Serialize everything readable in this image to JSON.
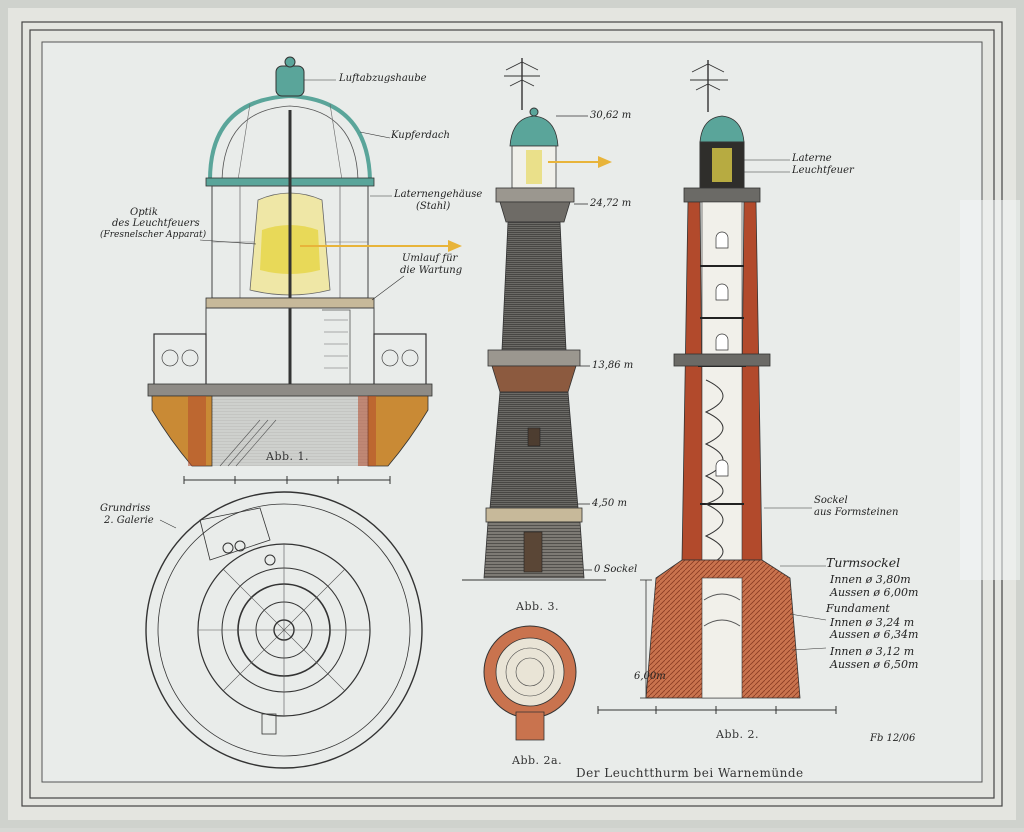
{
  "labels": {
    "luftabzug": "Luftabzugshaube",
    "kupferdach": "Kupferdach",
    "laternengehaeuse_1": "Laternengehäuse",
    "laternengehaeuse_2": "(Stahl)",
    "optik_1": "Optik",
    "optik_2": "des Leuchtfeuers",
    "optik_3": "(Fresnelscher Apparat)",
    "umlauf_1": "Umlauf für",
    "umlauf_2": "die Wartung",
    "laterne": "Laterne",
    "leuchtfeuer": "Leuchtfeuer",
    "sockel_1": "Sockel",
    "sockel_2": "aus Formsteinen",
    "grundriss_1": "Grundriss",
    "grundriss_2": "2. Galerie",
    "turmsockel": "Turmsockel",
    "turmsockel_innen": "Innen ø  3,80m",
    "turmsockel_aussen": "Aussen ø  6,00m",
    "fundament": "Fundament",
    "fundament_innen_1": "Innen ø  3,24 m",
    "fundament_aussen_1": "Aussen ø  6,34m",
    "fundament_innen_2": "Innen ø  3,12 m",
    "fundament_aussen_2": "Aussen ø  6,50m",
    "depth": "6,00m",
    "signature": "Fb 12/06"
  },
  "heights": {
    "h1": "30,62 m",
    "h2": "24,72 m",
    "h3": "13,86 m",
    "h4": "4,50 m",
    "h5": "0  Sockel"
  },
  "captions": {
    "abb1": "Abb. 1.",
    "abb2": "Abb. 2.",
    "abb3": "Abb. 3.",
    "abb2a": "Abb. 2a.",
    "title": "Der Leuchtthurm bei Warnemünde"
  },
  "colors": {
    "paper": "#e9ecea",
    "copper": "#5aa59a",
    "brick": "#b24a2c",
    "ochre": "#c98a35",
    "light": "#e6d64a",
    "arrow": "#e8b43a",
    "ink": "#2a2a2a"
  }
}
